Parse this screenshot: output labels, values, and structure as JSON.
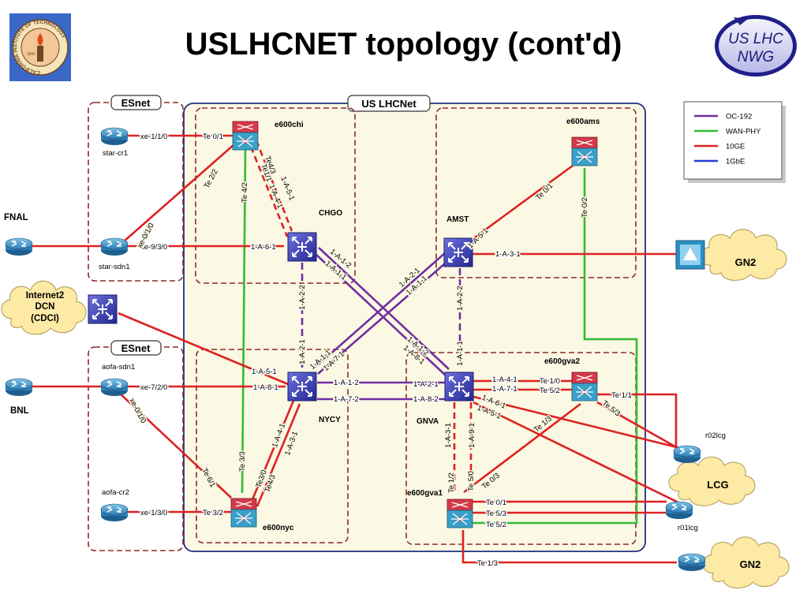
{
  "title": "USLHCNET topology (cont'd)",
  "logo": {
    "ring_text": "CALIFORNIA INSTITUTE OF TECHNOLOGY",
    "year": "1891"
  },
  "badge": {
    "line1": "US LHC",
    "line2": "NWG"
  },
  "groups": {
    "uslhcnet": "US LHCNet",
    "esnet_top": "ESnet",
    "esnet_bottom": "ESnet"
  },
  "legend": [
    {
      "label": "OC-192",
      "color": "#7030a0"
    },
    {
      "label": "WAN-PHY",
      "color": "#33bb33"
    },
    {
      "label": "10GE",
      "color": "#dd2222"
    },
    {
      "label": "1GbE",
      "color": "#1f3fcc"
    }
  ],
  "nodes": {
    "e600chi": "e600chi",
    "e600ams": "e600ams",
    "e600gva2": "e600gva2",
    "e600gva1": "e600gva1",
    "e600nyc": "e600nyc",
    "chgo": "CHGO",
    "amst": "AMST",
    "nyca": "NYCY",
    "gnva": "GNVA",
    "star_cr1": "star-cr1",
    "star_sdn1": "star-sdn1",
    "aofa_sdn1": "aofa-sdn1",
    "aofa_cr2": "aofa-cr2",
    "fnal": "FNAL",
    "bnl": "BNL",
    "r02lcg": "r02lcg",
    "r01lcg": "r01lcg",
    "internet2": [
      "Internet2",
      "DCN",
      "(CDCI)"
    ],
    "gn2_top": "GN2",
    "gn2_bottom": "GN2",
    "lcg": "LCG"
  },
  "ports": {
    "xe_1_1_0": "xe-1/1/0",
    "te_0_1_chi": "Te 0/1",
    "te_2_2": "Te 2/2",
    "xe_0_1_0_top": "xe-0/1/0",
    "xe_9_3_0": "xe-9/3/0",
    "te_4_2": "Te 4/2",
    "te4_3_chi": "Te4/3",
    "te1_1_chi": "Te1/1",
    "a_5_1_chi": "1-A-5-1",
    "a_4_1_chi": "1-A-4-1",
    "a_6_1": "1-A-6-1",
    "a_2_2_chgo": "1-A-2-2",
    "a_1_2_chgo": "1-A-1-2",
    "a_1_1_chgo": "1-A-1-1",
    "te_0_1_ams": "Te 0/1",
    "te_0_2_ams": "Te 0/2",
    "a_5_1_amst": "1-A-5-1",
    "a_3_1": "1-A-3-1",
    "a_2_1_amst": "1-A-2-1",
    "a_1_1_amst": "1-A-1-1",
    "a_2_2_amst": "1-A-2-2",
    "a_2_1_nyc": "1-A-2-1",
    "a_1_1_nyc": "1-A-1-1",
    "a_7_1_nyc": "1-A-7-1",
    "a_5_1_nyc": "1-A-5-1",
    "a_8_1_nyc": "1-A-8-1",
    "a_1_2_nyc": "1-A-1-2",
    "a_7_2_nyc": "1-A-7-2",
    "a_4_1_nyc": "1-A-4-1",
    "a_3_1_nyc": "1-A-3-1",
    "a_1_1_gnva": "1-A-1-1",
    "a_1_2_gnva": "1-A-1-2",
    "a_8_1_gnva": "1-A-8-1",
    "a_2_1_gnva": "1-A-2-1",
    "a_8_2_gnva": "1-A-8-2",
    "a_4_1_gnva": "1-A-4-1",
    "a_7_1_gnva": "1-A-7-1",
    "a_6_1_gnva": "1-A-6-1",
    "a_5_1_gnva": "1-A-5-1",
    "a_3_1_gnva": "1-A-3-1",
    "a_9_1_gnva": "1-A-9-1",
    "xe_7_2_0": "xe-7/2/0",
    "xe_0_1_0_bot": "xe-0/1/0",
    "xe_1_3_0": "xe-1/3/0",
    "te_6_1": "Te 6/1",
    "te_3_2": "Te 3/2",
    "te_3_3": "Te 3/3",
    "te3_0": "Te3/0",
    "te4_3_nyc": "Te4/3",
    "te_1_0": "Te 1/0",
    "te_5_2_gva2": "Te 5/2",
    "te_1_1": "Te 1/1",
    "te_5_3_gva2": "Te 5/3",
    "te_1_3_gva2": "Te 1/3",
    "te_1_2": "Te 1/2",
    "te_5_0": "Te 5/0",
    "te_0_3": "Te 0/3",
    "te_0_1_gva1": "Te 0/1",
    "te_5_3_gva1": "Te 5/3",
    "te_5_2_gva1": "Te 5/2",
    "te_1_3_gva1": "Te 1/3"
  }
}
